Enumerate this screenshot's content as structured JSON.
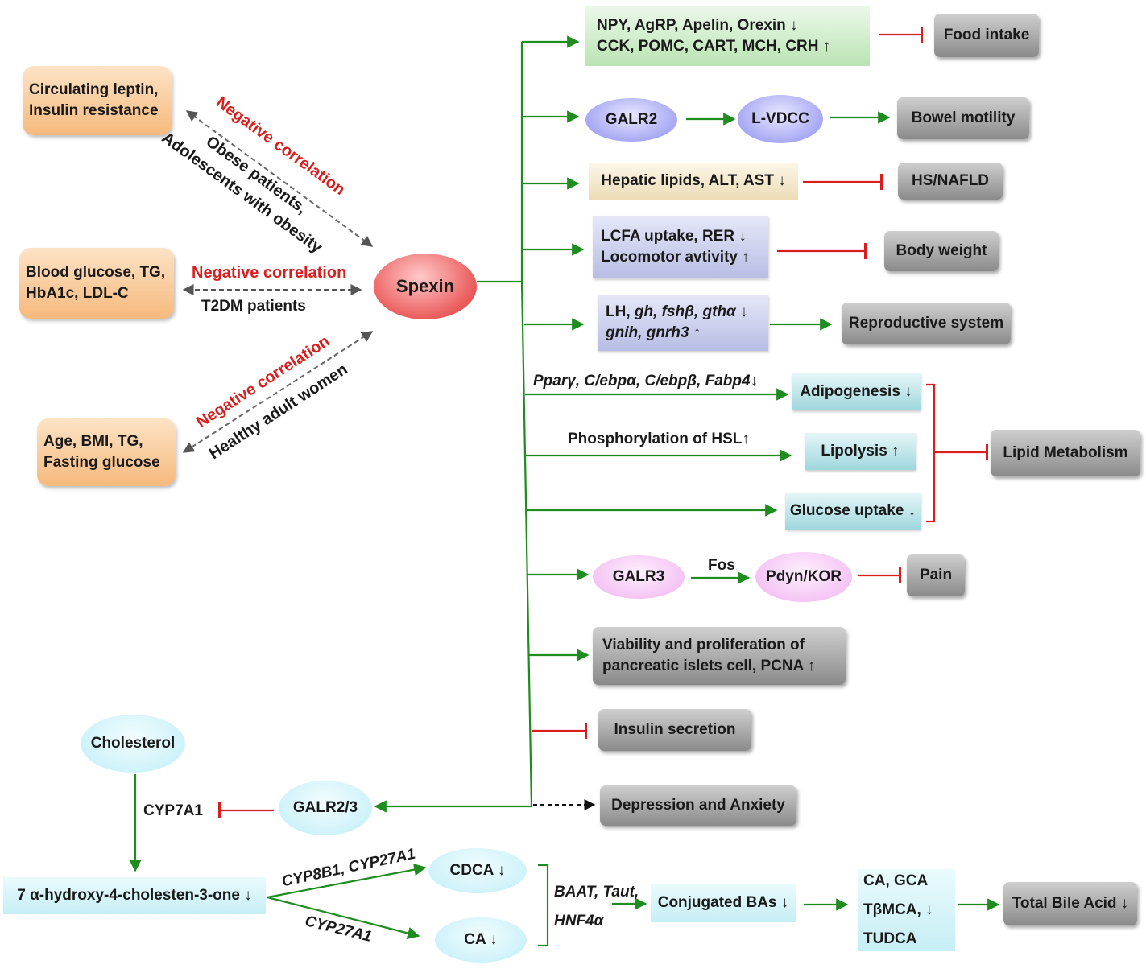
{
  "center": "Spexin",
  "left": {
    "box1": [
      "Circulating leptin,",
      "Insulin resistance"
    ],
    "box2": [
      "Blood glucose, TG,",
      "HbA1c, LDL-C"
    ],
    "box3": [
      "Age,  BMI, TG,",
      "Fasting glucose"
    ],
    "corr1_red": "Negative correlation",
    "corr1_a": "Obese patients,",
    "corr1_b": "Adolescents with obesity",
    "corr2_red": "Negative correlation",
    "corr2_a": "T2DM patients",
    "corr3_red": "Negative correlation",
    "corr3_a": "Healthy adult women"
  },
  "right": {
    "neuro1": "NPY, AgRP, Apelin, Orexin ↓",
    "neuro2": "CCK, POMC, CART, MCH, CRH ↑",
    "food_intake": "Food intake",
    "galr2": "GALR2",
    "lvdcc": "L-VDCC",
    "bowel": "Bowel motility",
    "hepatic": "Hepatic lipids, ALT, AST ↓",
    "hsnafld": "HS/NAFLD",
    "lcfa": "LCFA uptake, RER  ↓",
    "locomotor": "Locomotor avtivity ↑",
    "body_weight": "Body weight",
    "lh1_plain": "LH, ",
    "lh1_italic": "gh, fshβ, gthα",
    "lh1_arrow": " ↓",
    "lh2_italic": "gnih, gnrh3",
    "lh2_arrow": "  ↑",
    "repro": "Reproductive system",
    "ppar": "Pparγ, C/ebpα, C/ebpβ, Fabp4↓",
    "adipo": "Adipogenesis ↓",
    "hsl": "Phosphorylation of HSL↑",
    "lipolysis": "Lipolysis ↑",
    "glucose_uptake": "Glucose uptake ↓",
    "lipid_metabolism": "Lipid Metabolism",
    "galr3": "GALR3",
    "fos": "Fos",
    "pdyn": "Pdyn/KOR",
    "pain": "Pain",
    "viability": "Viability and proliferation of pancreatic islets cell, PCNA ↑",
    "insulin": "Insulin secretion",
    "depression": "Depression and Anxiety"
  },
  "bile": {
    "cholesterol": "Cholesterol",
    "cyp7a1": "CYP7A1",
    "galr23": "GALR2/3",
    "hydroxy": "7 α-hydroxy-4-cholesten-3-one ↓",
    "cyp8b1": "CYP8B1, CYP27A1",
    "cyp27a1": "CYP27A1",
    "cdca": "CDCA ↓",
    "ca": "CA ↓",
    "baat": "BAAT, Taut,",
    "hnf4a": "HNF4α",
    "conjugated": "Conjugated BAs ↓",
    "ca_gca": "CA, GCA",
    "tbmca": "TβMCA,  ↓",
    "tudca": "TUDCA",
    "total": "Total Bile Acid ↓"
  },
  "colors": {
    "green": "#1e8c1e",
    "red": "#d91e1e",
    "dash": "#666666"
  }
}
